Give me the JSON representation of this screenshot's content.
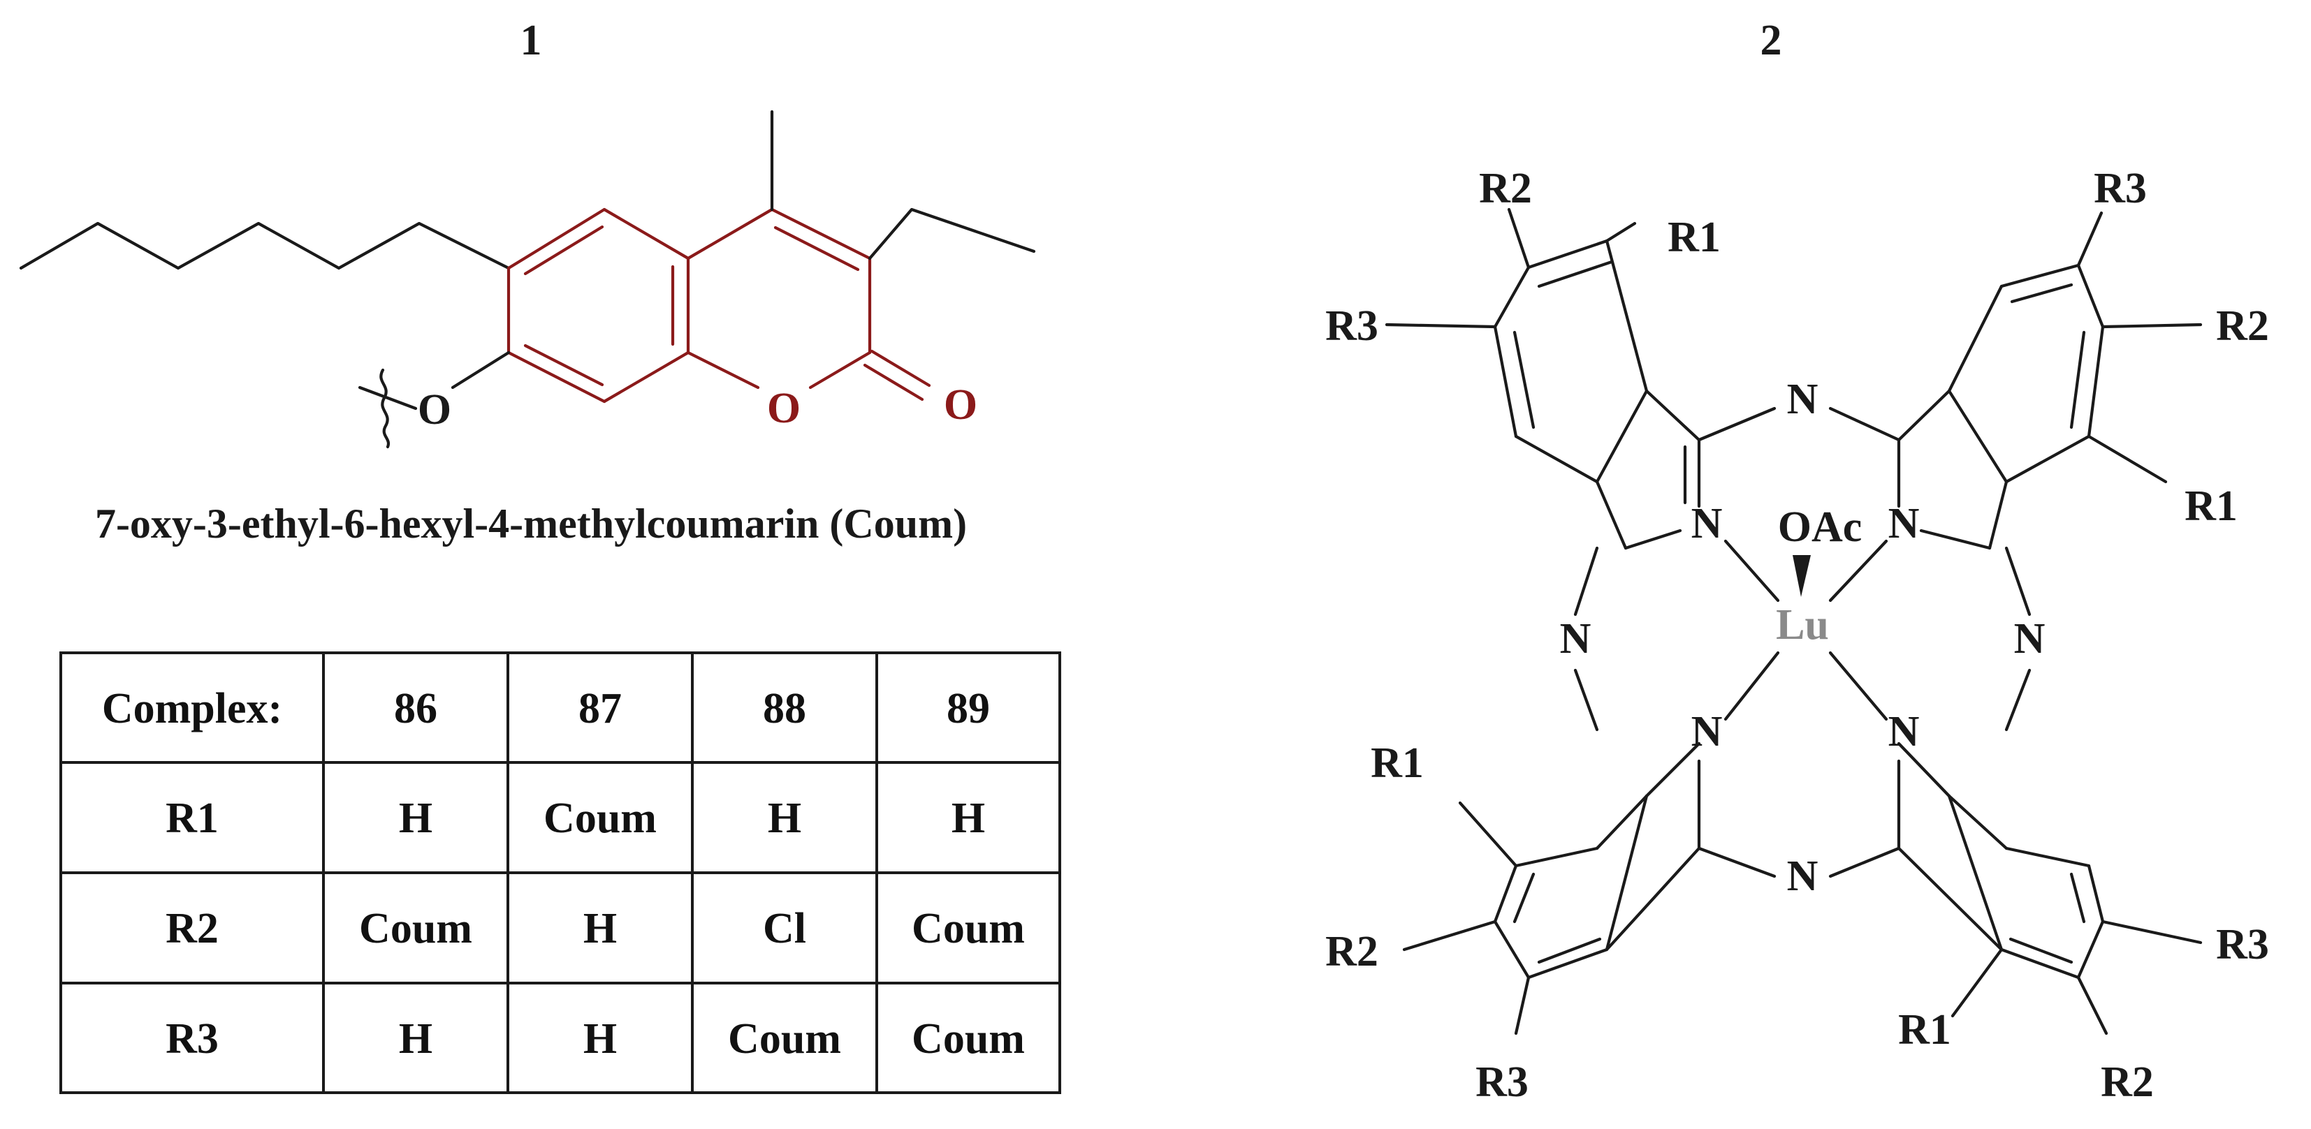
{
  "structure1": {
    "number": "1",
    "o_label": "O",
    "ring_o_label": "O",
    "carbonyl_o_label": "O",
    "caption": "7-oxy-3-ethyl-6-hexyl-4-methylcoumarin (Coum)"
  },
  "structure2": {
    "number": "2",
    "metal": "Lu",
    "axial_ligand": "OAc",
    "n": "N",
    "r1": "R1",
    "r2": "R2",
    "r3": "R3"
  },
  "table": {
    "header": [
      "Complex:",
      "86",
      "87",
      "88",
      "89"
    ],
    "rows": [
      [
        "R1",
        "H",
        "Coum",
        "H",
        "H"
      ],
      [
        "R2",
        "Coum",
        "H",
        "Cl",
        "Coum"
      ],
      [
        "R3",
        "H",
        "H",
        "Coum",
        "Coum"
      ]
    ]
  },
  "colors": {
    "coumarin_core": "#8b1a1a",
    "bonds": "#1a1a1a",
    "metal": "#8a8a8a"
  }
}
